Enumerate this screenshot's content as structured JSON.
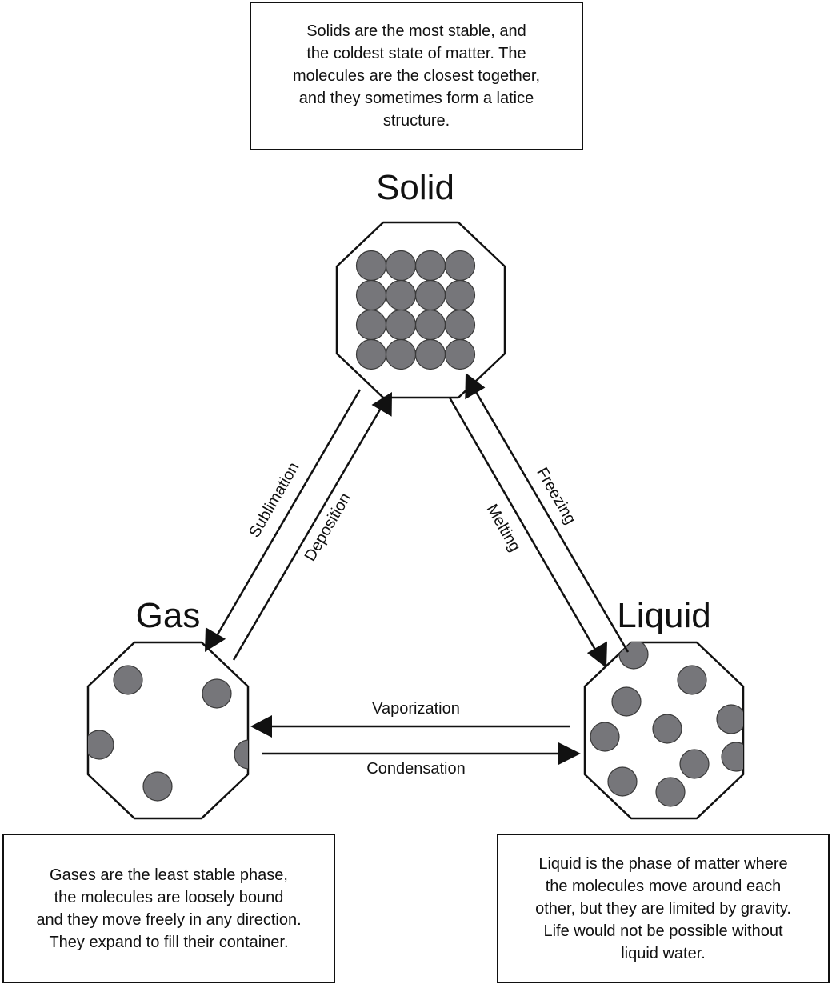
{
  "solid": {
    "title": "Solid",
    "description_lines": [
      "Solids are the most stable, and",
      "the coldest state of matter. The",
      "molecules are the closest together,",
      "and they sometimes form a latice",
      "structure."
    ]
  },
  "gas": {
    "title": "Gas",
    "description_lines": [
      "Gases are the least stable phase,",
      "the molecules are loosely bound",
      "and they move freely in any direction.",
      "They expand to fill their container."
    ]
  },
  "liquid": {
    "title": "Liquid",
    "description_lines": [
      "Liquid is the phase of matter where",
      "the molecules move around each",
      "other, but they are limited by gravity.",
      "Life would not be possible without",
      "liquid water."
    ]
  },
  "processes": {
    "sublimation": "Sublimation",
    "deposition": "Deposition",
    "melting": "Melting",
    "freezing": "Freezing",
    "vaporization": "Vaporization",
    "condensation": "Condensation"
  },
  "colors": {
    "molecule_fill": "#76767a",
    "molecule_stroke": "#3a3a3a",
    "line": "#111111"
  }
}
